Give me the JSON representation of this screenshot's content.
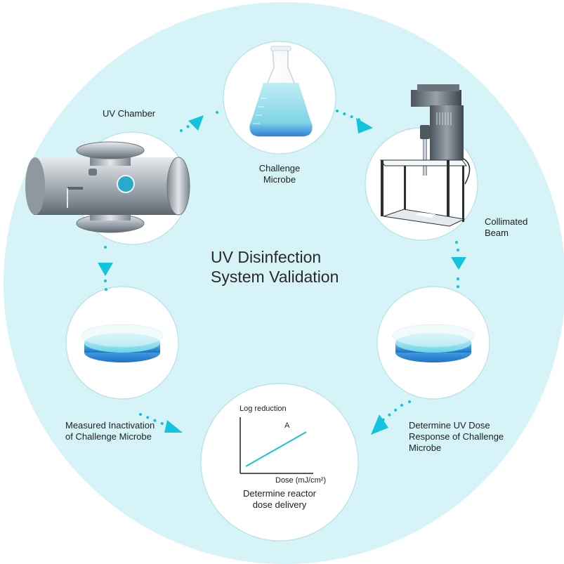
{
  "title": {
    "line1": "UV Disinfection",
    "line2": "System Validation"
  },
  "nodes": {
    "challenge_microbe": {
      "label_line1": "Challenge",
      "label_line2": "Microbe"
    },
    "collimated_beam": {
      "label_line1": "Collimated",
      "label_line2": "Beam"
    },
    "dose_response": {
      "label_line1": "Determine UV Dose",
      "label_line2": "Response of Challenge",
      "label_line3": "Microbe"
    },
    "reactor_dose": {
      "label_line1": "Determine reactor",
      "label_line2": "dose delivery"
    },
    "measured_inactivation": {
      "label_line1": "Measured Inactivation",
      "label_line2": "of Challenge Microbe"
    },
    "uv_chamber": {
      "label": "UV Chamber"
    }
  },
  "mini_plot": {
    "y_axis_label": "Log reduction",
    "x_axis_label": "Dose (mJ/cm²)",
    "line_label": "A"
  },
  "colors": {
    "background_disc": "#d6f3f7",
    "node_circle_fill": "#ffffff",
    "node_circle_stroke": "#b5dfe6",
    "arrow_cyan": "#12c4dc",
    "liquid_blue": "#3f8fd9",
    "dish_cyan": "#8de0ec",
    "steel": "#9aa3aa"
  },
  "icons": {
    "challenge_microbe": "erlenmeyer-flask-icon",
    "collimated_beam": "collimated-beam-apparatus-icon",
    "dose_response": "petri-dish-icon",
    "measured_inactivation": "petri-dish-icon",
    "uv_chamber": "uv-reactor-chamber-icon",
    "reactor_dose": "log-reduction-plot-icon"
  }
}
